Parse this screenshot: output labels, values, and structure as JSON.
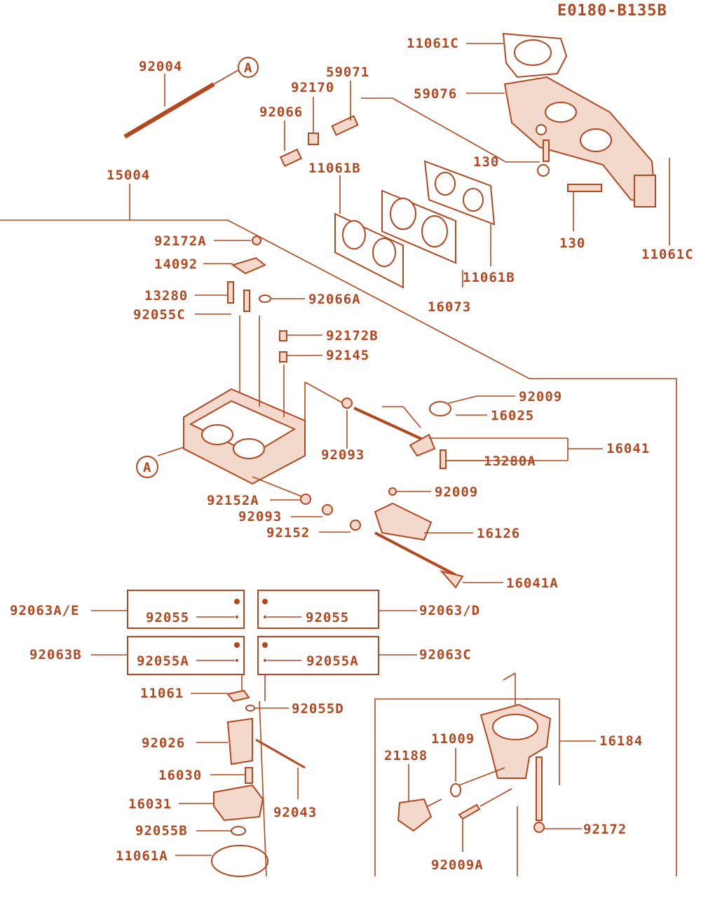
{
  "diagram_code": "E0180-B135B",
  "labels": {
    "l_11061C_top": "11061C",
    "l_59076": "59076",
    "l_92004": "92004",
    "l_A_top": "A",
    "l_59071": "59071",
    "l_92170": "92170",
    "l_92066": "92066",
    "l_130_a": "130",
    "l_11061B_a": "11061B",
    "l_15004": "15004",
    "l_130_b": "130",
    "l_11061C_right": "11061C",
    "l_92172A": "92172A",
    "l_14092": "14092",
    "l_11061B_b": "11061B",
    "l_13280": "13280",
    "l_92066A": "92066A",
    "l_16073": "16073",
    "l_92055C": "92055C",
    "l_92172B": "92172B",
    "l_92145": "92145",
    "l_92009_a": "92009",
    "l_16025": "16025",
    "l_16041": "16041",
    "l_92093_a": "92093",
    "l_13280A": "13280A",
    "l_A_mid": "A",
    "l_92009_b": "92009",
    "l_92152A": "92152A",
    "l_92093_b": "92093",
    "l_16126": "16126",
    "l_92152": "92152",
    "l_16041A": "16041A",
    "l_92063AE": "92063A/E",
    "l_92055_a": "92055",
    "l_92055_b": "92055",
    "l_92063D": "92063/D",
    "l_92063B": "92063B",
    "l_92055A_a": "92055A",
    "l_92055A_b": "92055A",
    "l_92063C": "92063C",
    "l_11061": "11061",
    "l_92055D": "92055D",
    "l_11009": "11009",
    "l_16184": "16184",
    "l_21188": "21188",
    "l_92026": "92026",
    "l_16030": "16030",
    "l_16031": "16031",
    "l_92043": "92043",
    "l_92172": "92172",
    "l_92055B": "92055B",
    "l_92009A": "92009A",
    "l_11061A": "11061A"
  }
}
